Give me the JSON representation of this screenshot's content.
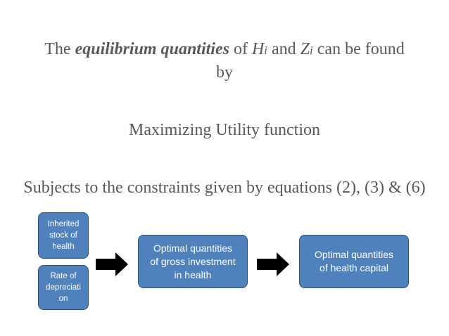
{
  "heading": {
    "line1": {
      "t1": "The ",
      "emph": "equilibrium quantities",
      "t2": " of ",
      "var_h": "H",
      "sub_h": "i",
      "t3": " and ",
      "var_z": "Z",
      "sub_z": "i",
      "t4": " can be found"
    },
    "line2": "by",
    "line3": "Maximizing Utility function",
    "line4": "Subjects to the constraints given by equations (2), (3) & (6)"
  },
  "diagram": {
    "inherited_stock": [
      "Inherited",
      "stock of",
      "health"
    ],
    "depreciation_rate": [
      "Rate of",
      "depreciati",
      "on"
    ],
    "gross_investment": [
      "Optimal quantities",
      "of gross investment",
      "in health"
    ],
    "health_capital": [
      "Optimal quantities",
      "of health capital"
    ]
  },
  "colors": {
    "box_fill": "#4f81bd",
    "box_border": "#2e4f78",
    "text": "#595959",
    "arrow": "#000000"
  }
}
